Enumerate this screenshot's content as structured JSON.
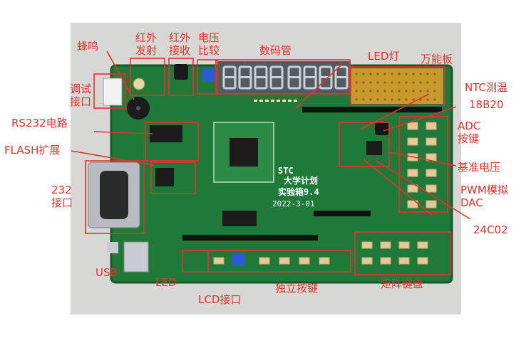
{
  "colors": {
    "background": "#ffffff",
    "board": "#1f7a3a",
    "board_dark": "#14592a",
    "annotation": "#e8302a",
    "display": "#555a60",
    "segment": "#c8d0d8"
  },
  "labels": {
    "buzzer": "蜂鸣",
    "ir_tx": "红外\n发射",
    "ir_rx": "红外\n接收",
    "voltage_cmp": "电压\n比较",
    "seg_display": "数码管",
    "led_lamp": "LED灯",
    "proto_board": "万能板",
    "debug_port": "调试\n接口",
    "ntc": "NTC测温",
    "ds18b20": "18B20",
    "rs232": "RS232电路",
    "adc_keys": "ADC\n按键",
    "flash": "FLASH扩展",
    "vref": "基准电压",
    "port232": "232\n接口",
    "pwm_dac": "PWM模拟\nDAC",
    "eeprom": "24C02",
    "usb": "USB",
    "led": "LED",
    "lcd": "LCD接口",
    "keys": "独立按键",
    "matrix": "矩阵键盘"
  },
  "board_print": {
    "brand": "STC",
    "title1": "大学计划",
    "title2": "实验箱9.4",
    "date": "2022-3-01"
  }
}
